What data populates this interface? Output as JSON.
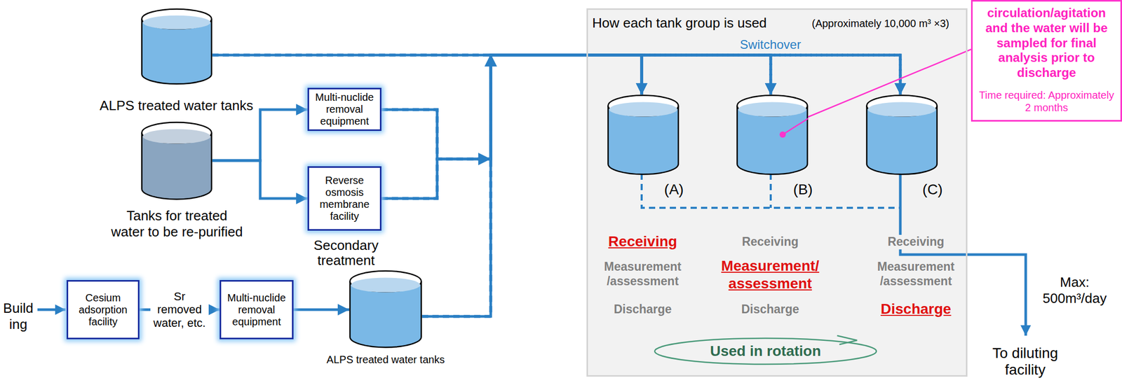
{
  "diagram": {
    "nodes": [
      {
        "text": [
          "ALPS treated water tanks"
        ]
      },
      {
        "text": [
          "Tanks for treated water to be re-purified"
        ]
      },
      {
        "text": [
          "Multi-nuclide removal equipment"
        ]
      },
      {
        "text": [
          "Reverse osmosis membrane facility"
        ]
      },
      {
        "text": [
          "Cesium adsorption facility"
        ]
      },
      {
        "text": [
          "Multi-nuclide removal equipment"
        ]
      },
      {
        "text": [
          "ALPS treated water tanks"
        ]
      },
      {
        "text": [
          "How each tank group is used",
          "(Approximately 10,000 m³ ×3)"
        ]
      },
      {
        "text": [
          "(A)"
        ],
        "in": 7
      },
      {
        "text": [
          "(B)"
        ],
        "in": 7
      },
      {
        "text": [
          "(C)"
        ],
        "in": 7
      },
      {
        "text": [
          "Used in rotation"
        ],
        "in": 7
      },
      {
        "text": [
          "circulation/agitation and the water will be sampled for final analysis prior to discharge",
          "Time required: Approximately 2 months"
        ]
      }
    ],
    "edges": [
      {
        "from": 0,
        "to": 8,
        "arrow": "to"
      },
      {
        "from": 0,
        "to": 9,
        "arrow": "to"
      },
      {
        "from": 0,
        "to": 10,
        "arrow": "to"
      },
      {
        "from": 1,
        "to": 2,
        "arrow": "to"
      },
      {
        "from": 1,
        "to": 3,
        "arrow": "to"
      },
      {
        "from": 2,
        "to": 8,
        "arrow": "to"
      },
      {
        "from": 2,
        "to": 9,
        "arrow": "to"
      },
      {
        "from": 2,
        "to": 10,
        "arrow": "to"
      },
      {
        "from": 3,
        "to": 8,
        "arrow": "to"
      },
      {
        "from": 3,
        "to": 9,
        "arrow": "to"
      },
      {
        "from": 3,
        "to": 10,
        "arrow": "to"
      },
      {
        "from": 4,
        "to": 5,
        "label": "Sr removed water, etc.",
        "arrow": "to"
      },
      {
        "from": 5,
        "to": 6,
        "arrow": "to"
      },
      {
        "from": 6,
        "to": 8,
        "arrow": "to"
      },
      {
        "from": 6,
        "to": 9,
        "arrow": "to"
      },
      {
        "from": 6,
        "to": 10,
        "arrow": "to"
      },
      {
        "from": 12,
        "to": 9,
        "arrow": "none"
      }
    ],
    "labels": [
      "Build ing",
      "Secondary treatment",
      "Switchover",
      "Receiving",
      "Measurement /assessment",
      "Discharge",
      "Receiving",
      "Measurement/ assessment",
      "Discharge",
      "Receiving",
      "Measurement /assessment",
      "Discharge",
      "Max: 500m³/day",
      "To diluting facility"
    ]
  }
}
